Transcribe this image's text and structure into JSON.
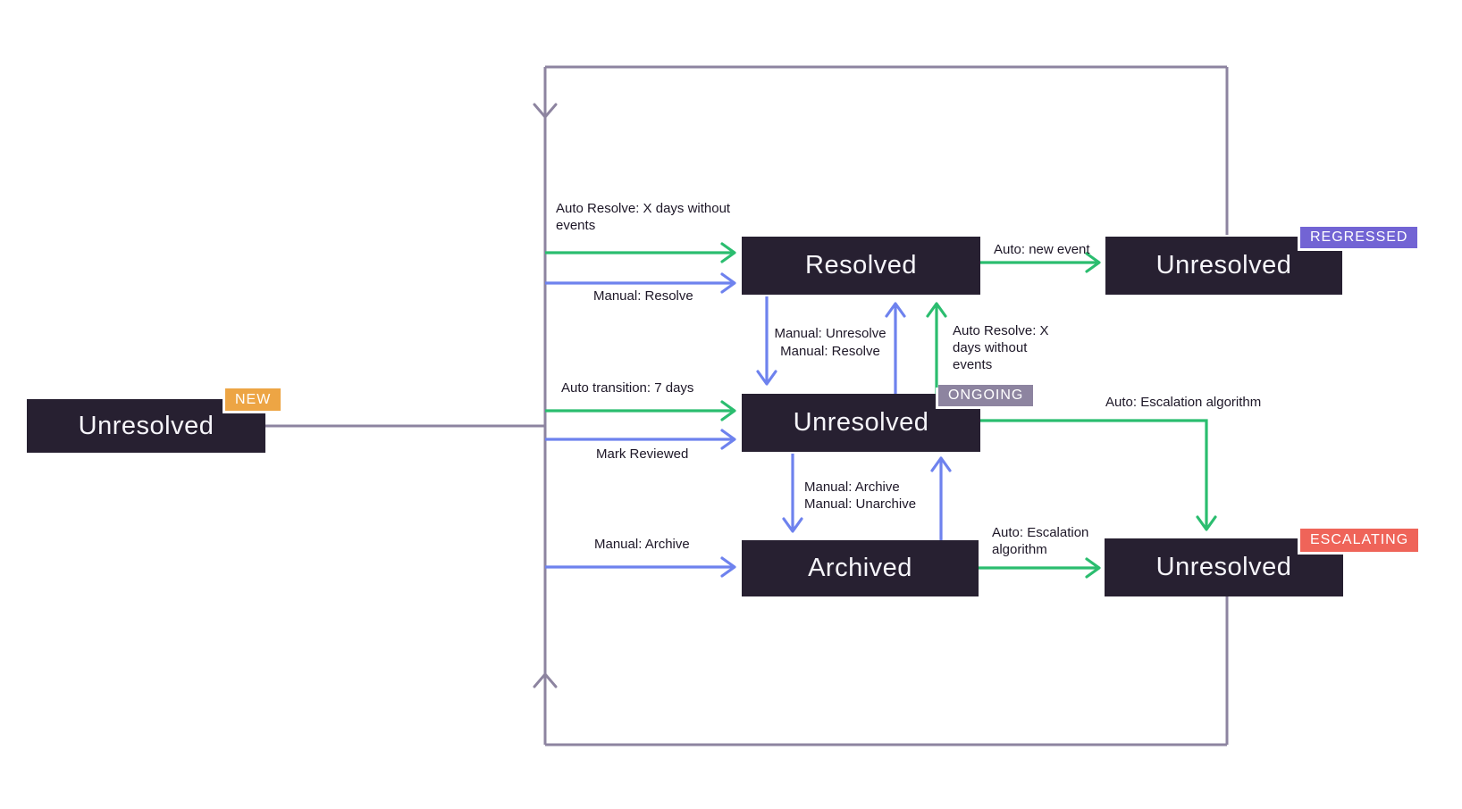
{
  "nodes": {
    "new": {
      "label": "Unresolved",
      "badge": "NEW"
    },
    "resolved": {
      "label": "Resolved"
    },
    "ongoing": {
      "label": "Unresolved",
      "badge": "ONGOING"
    },
    "archived": {
      "label": "Archived"
    },
    "regressed": {
      "label": "Unresolved",
      "badge": "REGRESSED"
    },
    "escalating": {
      "label": "Unresolved",
      "badge": "ESCALATING"
    }
  },
  "edges": {
    "auto_resolve_into_resolved": "Auto Resolve: X days without\nevents",
    "manual_resolve_into_resolved": "Manual: Resolve",
    "auto_new_event": "Auto: new event",
    "manual_unresolve_resolve": "Manual: Unresolve\nManual: Resolve",
    "auto_resolve_from_ongoing": "Auto Resolve: X\ndays without\nevents",
    "auto_transition": "Auto transition: 7 days",
    "mark_reviewed": "Mark Reviewed",
    "auto_escalation_from_ongoing": "Auto: Escalation algorithm",
    "manual_archive_unarchive": "Manual: Archive\nManual: Unarchive",
    "manual_archive": "Manual: Archive",
    "auto_escalation_from_archived": "Auto: Escalation\nalgorithm"
  },
  "colors": {
    "auto_green": "#2bbd6f",
    "manual_blue": "#6e82ee",
    "loop_purple": "#8d84a0",
    "node_bg": "#272031",
    "node_text": "#f6f5fa",
    "label_text": "#1d1727",
    "badge_new": "#eda544",
    "badge_ongoing": "#8d84a0",
    "badge_regressed": "#7264d4",
    "badge_escalating": "#ef6459",
    "badge_text": "#ffffff",
    "canvas_bg": "#ffffff"
  }
}
